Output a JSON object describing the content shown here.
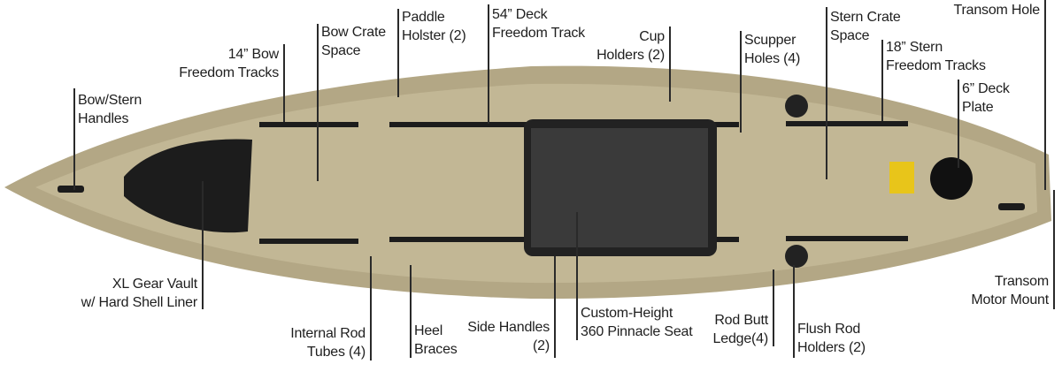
{
  "colors": {
    "hull": "#b3a785",
    "hull_shade": "#9d916f",
    "deck": "#c2b795",
    "hardware": "#1c1c1c",
    "text": "#1e1e1e"
  },
  "labels": {
    "bow_stern_handles": [
      "Bow/Stern",
      "Handles"
    ],
    "bow_tracks": [
      "14” Bow",
      "Freedom Tracks"
    ],
    "bow_crate": [
      "Bow Crate",
      "Space"
    ],
    "paddle_holster": [
      "Paddle",
      "Holster (2)"
    ],
    "deck_track": [
      "54” Deck",
      "Freedom Track"
    ],
    "cup_holders": [
      "Cup",
      "Holders (2)"
    ],
    "scupper_holes": [
      "Scupper",
      "Holes (4)"
    ],
    "stern_crate": [
      "Stern Crate",
      "Space"
    ],
    "stern_tracks": [
      "18” Stern",
      "Freedom Tracks"
    ],
    "deck_plate": [
      "6” Deck",
      "Plate"
    ],
    "transom_hole": [
      "Transom Hole"
    ],
    "gear_vault": [
      "XL Gear Vault",
      "w/ Hard Shell Liner"
    ],
    "rod_tubes": [
      "Internal Rod",
      "Tubes (4)"
    ],
    "heel_braces": [
      "Heel",
      "Braces"
    ],
    "side_handles": [
      "Side Handles",
      "(2)"
    ],
    "seat": [
      "Custom-Height",
      "360 Pinnacle Seat"
    ],
    "rod_butt": [
      "Rod Butt",
      "Ledge(4)"
    ],
    "flush_rod": [
      "Flush Rod",
      "Holders (2)"
    ],
    "transom_mount": [
      "Transom",
      "Motor Mount"
    ]
  }
}
